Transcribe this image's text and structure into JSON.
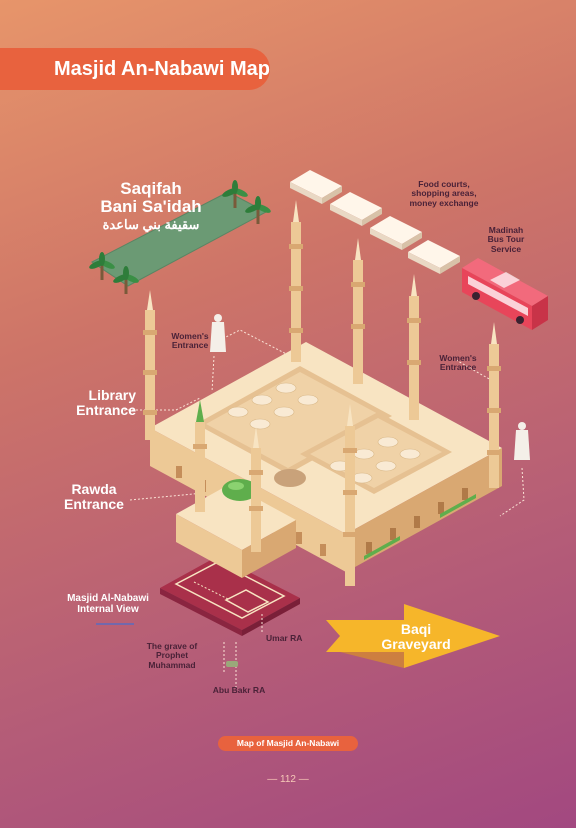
{
  "header": {
    "title": "Masjid An-Nabawi Map"
  },
  "labels": {
    "saqifah_en_line1": "Saqifah",
    "saqifah_en_line2": "Bani Sa'idah",
    "saqifah_ar": "سقيفة بني ساعدة",
    "food_line1": "Food courts,",
    "food_line2": "shopping areas,",
    "food_line3": "money exchange",
    "bus_line1": "Madinah",
    "bus_line2": "Bus Tour",
    "bus_line3": "Service",
    "womens_entrance_left_line1": "Women's",
    "womens_entrance_left_line2": "Entrance",
    "womens_entrance_right_line1": "Women's",
    "womens_entrance_right_line2": "Entrance",
    "library_line1": "Library",
    "library_line2": "Entrance",
    "rawda_line1": "Rawda",
    "rawda_line2": "Entrance",
    "internal_line1": "Masjid Al-Nabawi",
    "internal_line2": "Internal View",
    "umar": "Umar RA",
    "grave_line1": "The grave of",
    "grave_line2": "Prophet",
    "grave_line3": "Muhammad",
    "abubakr": "Abu Bakr RA",
    "baqi_line1": "Baqi",
    "baqi_line2": "Graveyard"
  },
  "footer": {
    "caption": "Map of Masjid An-Nabawi",
    "page_number": "— 112 —"
  },
  "colors": {
    "title_bg": "#e8623e",
    "building_light": "#f8e4c2",
    "building_mid": "#edc996",
    "building_dark": "#d9a872",
    "dome_green": "#5fae4c",
    "bus_red": "#e8455a",
    "arrow_yellow": "#f6b62a",
    "garden_green": "#6b9a74"
  }
}
